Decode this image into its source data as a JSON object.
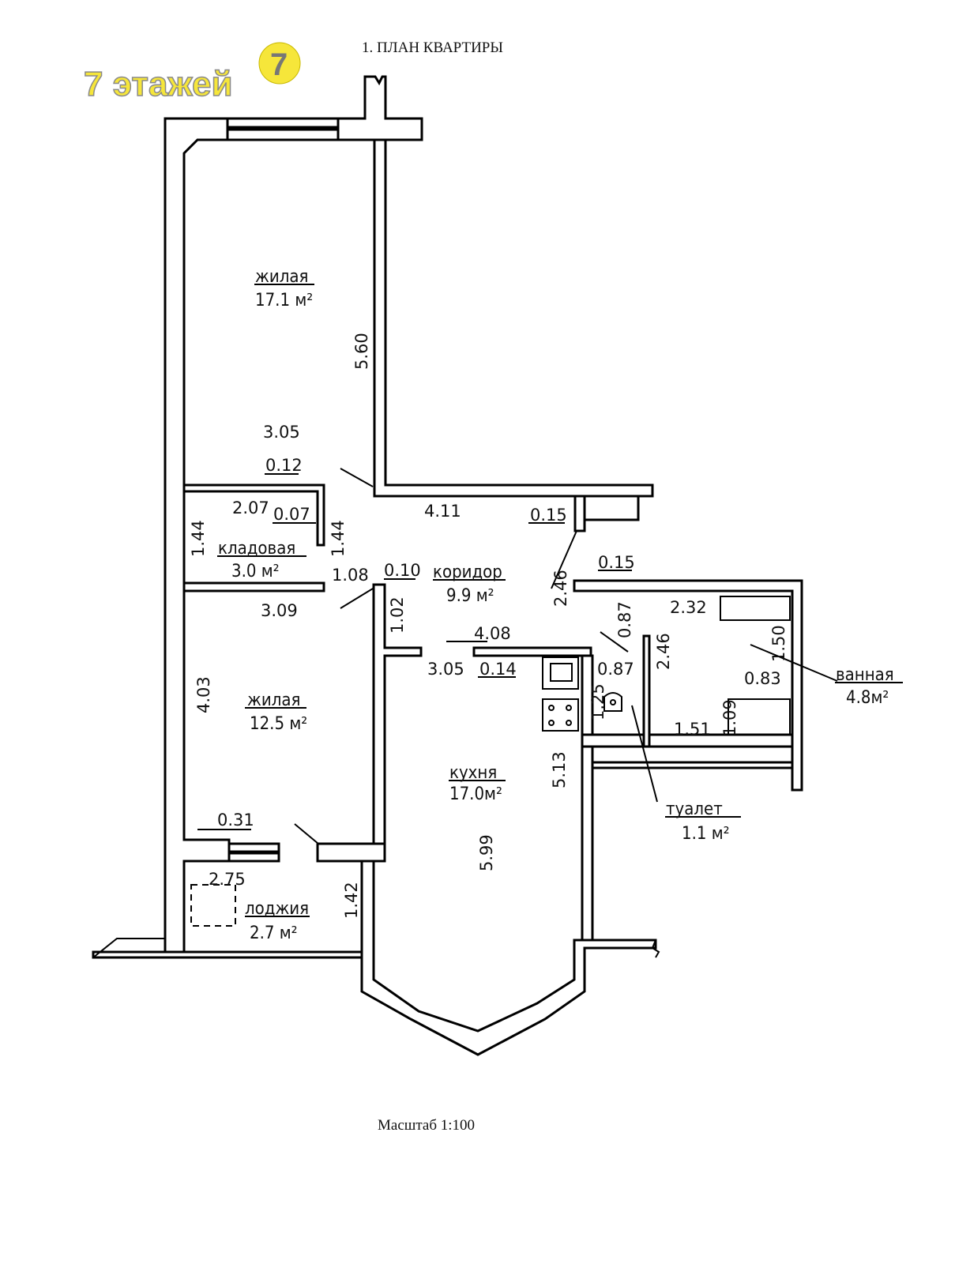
{
  "title": "1. ПЛАН КВАРТИРЫ",
  "scale": "Масштаб 1:100",
  "logo": {
    "text": "7 этажей",
    "badge": "7",
    "color": "#f6e63a"
  },
  "rooms": {
    "living1": {
      "name": "жилая",
      "area": "17.1 м²"
    },
    "storage": {
      "name": "кладовая",
      "area": "3.0 м²"
    },
    "corridor": {
      "name": "коридор",
      "area": "9.9 м²"
    },
    "living2": {
      "name": "жилая",
      "area": "12.5 м²"
    },
    "kitchen": {
      "name": "кухня",
      "area": "17.0м²"
    },
    "bath": {
      "name": "ванная",
      "area": "4.8м²"
    },
    "toilet": {
      "name": "туалет",
      "area": "1.1 м²"
    },
    "loggia": {
      "name": "лоджия",
      "area": "2.7 м²"
    }
  },
  "dims": {
    "d560": "5.60",
    "d305a": "3.05",
    "d012": "0.12",
    "d207": "2.07",
    "d007": "0.07",
    "d144a": "1.44",
    "d144b": "1.44",
    "d411": "4.11",
    "d015a": "0.15",
    "d015b": "0.15",
    "d246a": "2.46",
    "d108": "1.08",
    "d010": "0.10",
    "d309": "3.09",
    "d102": "1.02",
    "d408": "4.08",
    "d305b": "3.05",
    "d014": "0.14",
    "d087a": "0.87",
    "d087b": "0.87",
    "d232": "2.32",
    "d246b": "2.46",
    "d150": "1.50",
    "d083": "0.83",
    "d125": "1.25",
    "d151": "1.51",
    "d109": "1.09",
    "d403": "4.03",
    "d513": "5.13",
    "d599": "5.99",
    "d031": "0.31",
    "d275": "2.75",
    "d142": "1.42"
  }
}
